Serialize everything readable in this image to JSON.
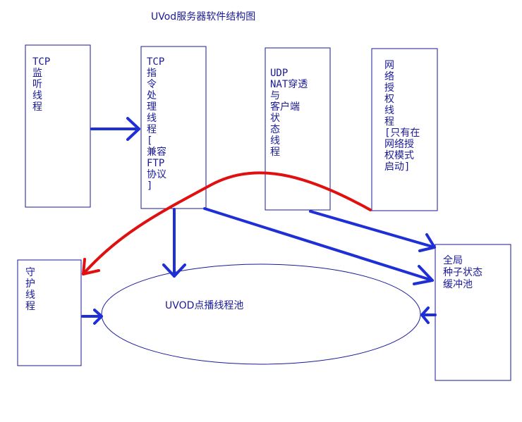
{
  "title": "UVod服务器软件结构图",
  "boxes": {
    "tcp_listen": [
      "TCP",
      "监",
      "听",
      "线",
      "程"
    ],
    "tcp_command": [
      "TCP",
      "指",
      "令",
      "处",
      "理",
      "线",
      "程",
      "[",
      "兼容",
      "FTP",
      "协议",
      "]"
    ],
    "udp_nat": [
      "UDP",
      "NAT穿透",
      "与",
      "客户端",
      "状",
      "态",
      "线",
      "程"
    ],
    "net_auth": [
      "网",
      "络",
      "授",
      "权",
      "线",
      "程",
      "[只有在",
      "网络授",
      "权模式",
      "启动]"
    ],
    "guard": [
      "守",
      "护",
      "线",
      "程"
    ],
    "global_cache": [
      "全局",
      "种子状态",
      "缓冲池"
    ]
  },
  "pool_label": "UVOD点播线程池",
  "colors": {
    "border": "#1a1a99",
    "arrow_blue": "#1f2fd6",
    "arrow_red": "#e01010",
    "text": "#1a1a99"
  }
}
